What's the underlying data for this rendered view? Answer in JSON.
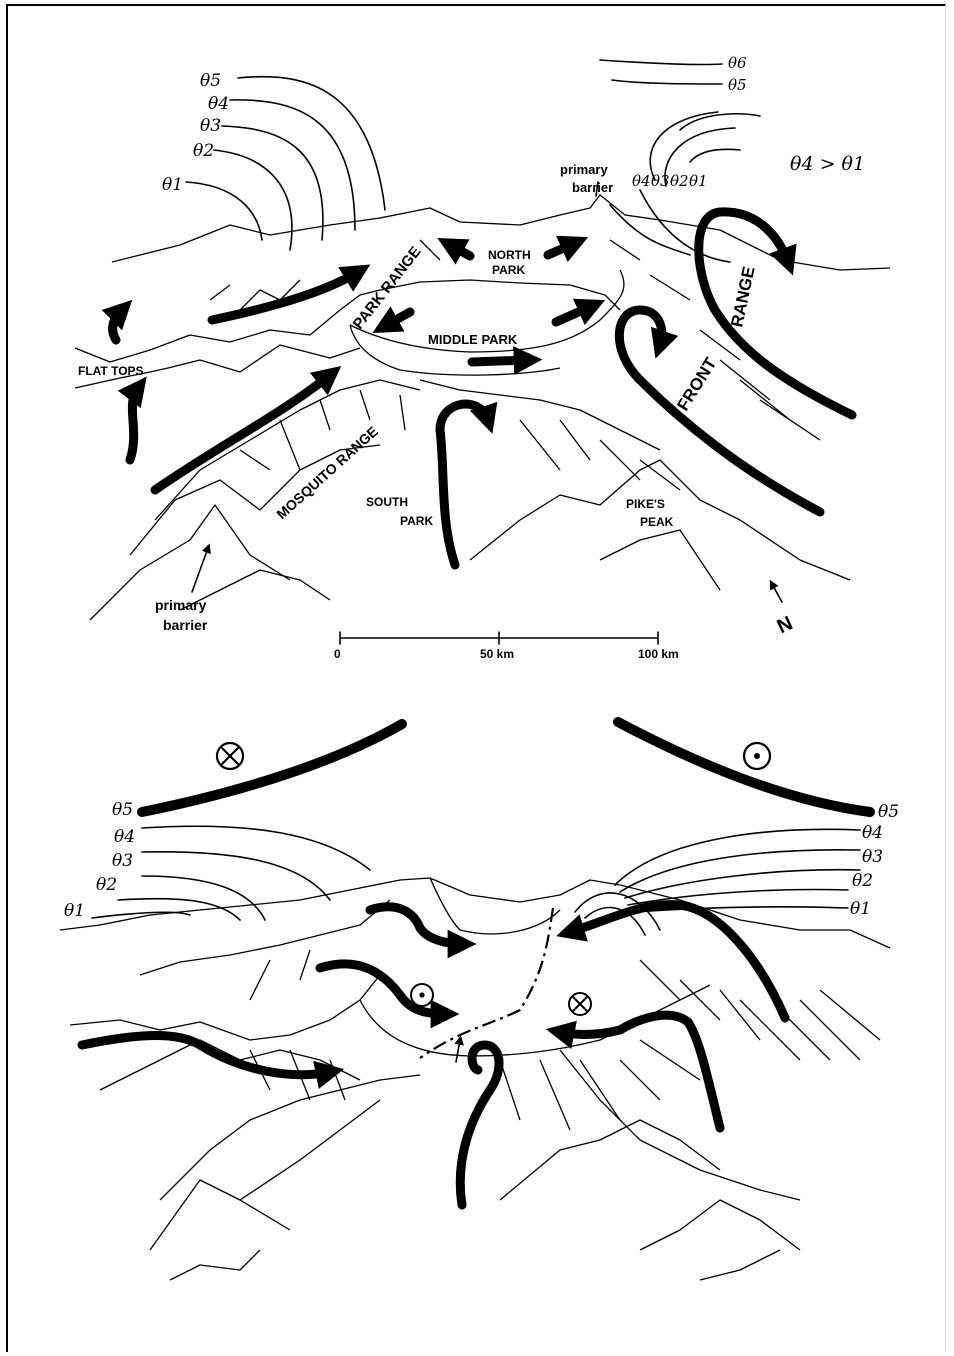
{
  "top_panel": {
    "theta_left": [
      "θ5",
      "θ4",
      "θ3",
      "θ2",
      "θ1"
    ],
    "theta_right_top": [
      "θ6",
      "θ5"
    ],
    "theta_right_row": [
      "θ4",
      "θ3",
      "θ2",
      "θ1"
    ],
    "inequality": "θ4 > θ1",
    "labels": {
      "primary_barrier_top": "primary",
      "primary_barrier_top_2": "barrier",
      "north_park_1": "NORTH",
      "north_park_2": "PARK",
      "park_range": "PARK RANGE",
      "middle_park": "MIDDLE PARK",
      "flat_tops": "FLAT TOPS",
      "front": "FRONT",
      "range": "RANGE",
      "mosquito_range": "MOSQUITO RANGE",
      "south_park_1": "SOUTH",
      "south_park_2": "PARK",
      "pikes_peak_1": "PIKE'S",
      "pikes_peak_2": "PEAK",
      "primary_barrier_bottom_1": "primary",
      "primary_barrier_bottom_2": "barrier",
      "north_arrow": "N"
    },
    "scale": {
      "ticks": [
        "0",
        "50 km",
        "100 km"
      ]
    }
  },
  "bottom_panel": {
    "theta_left": [
      "θ5",
      "θ4",
      "θ3",
      "θ2",
      "θ1"
    ],
    "theta_right": [
      "θ5",
      "θ4",
      "θ3",
      "θ2",
      "θ1"
    ],
    "symbols": {
      "into_page": "⊗",
      "out_of_page": "⊙"
    }
  }
}
